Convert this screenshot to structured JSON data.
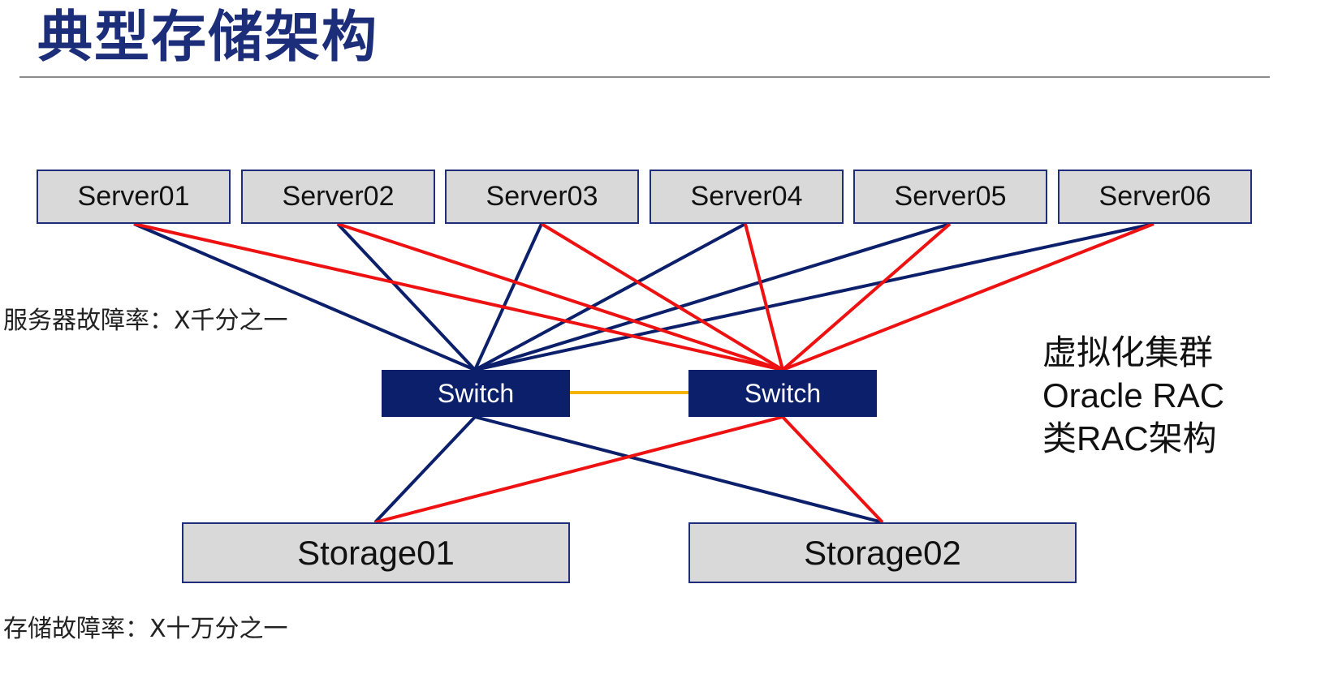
{
  "title": "典型存储架构",
  "servers": [
    "Server01",
    "Server02",
    "Server03",
    "Server04",
    "Server05",
    "Server06"
  ],
  "switches": [
    "Switch",
    "Switch"
  ],
  "storages": [
    "Storage01",
    "Storage02"
  ],
  "notes": {
    "server_failure": "服务器故障率：X千分之一",
    "storage_failure": "存储故障率：X十万分之一"
  },
  "side_labels": [
    "虚拟化集群",
    "Oracle RAC",
    "类RAC架构"
  ],
  "colors": {
    "title": "#1c2e7a",
    "link_primary": "#0c1f6b",
    "link_secondary": "#ee1111",
    "interconnect": "#f5b400",
    "switch_fill": "#0c1f6b",
    "node_fill": "#d9d9d9"
  }
}
